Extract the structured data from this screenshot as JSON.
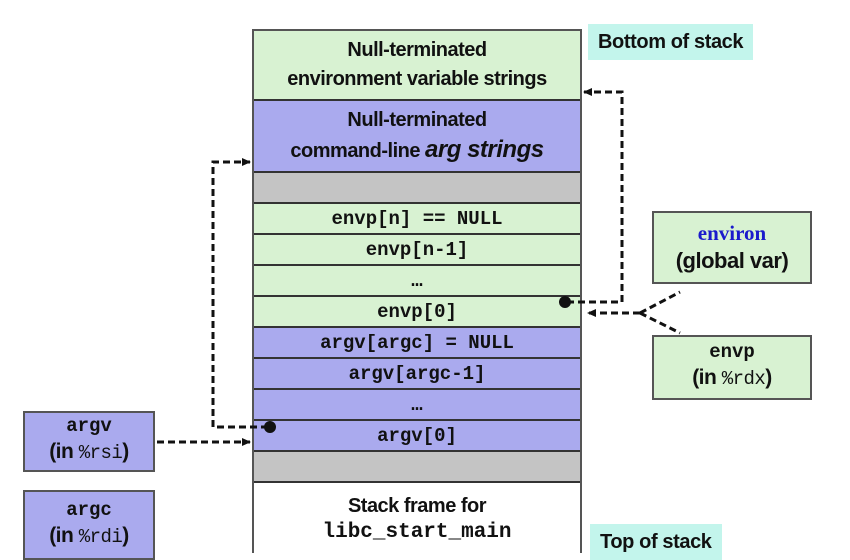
{
  "stack": {
    "cells": [
      {
        "line1": "Null-terminated",
        "line2": "environment variable strings"
      },
      {
        "line1": "Null-terminated",
        "line2_prefix": "command-line ",
        "line2_italic": "arg strings"
      },
      {
        "text": ""
      },
      {
        "text": "envp[n] == NULL"
      },
      {
        "text": "envp[n-1]"
      },
      {
        "text": "…"
      },
      {
        "text": "envp[0]"
      },
      {
        "text": "argv[argc] = NULL"
      },
      {
        "text": "argv[argc-1]"
      },
      {
        "text": "…"
      },
      {
        "text": "argv[0]"
      },
      {
        "text": ""
      },
      {
        "line1": "Stack frame for",
        "line2": "libc_start_main"
      }
    ]
  },
  "labels": {
    "bottom_of_stack": "Bottom of stack",
    "top_of_stack": "Top of stack",
    "environ": {
      "name": "environ",
      "desc": "(global var)"
    },
    "envp": {
      "name": "envp",
      "desc_prefix": "(in ",
      "reg": "%rdx",
      "desc_suffix": ")"
    },
    "argv": {
      "name": "argv",
      "desc_prefix": "(in ",
      "reg": "%rsi",
      "desc_suffix": ")"
    },
    "argc": {
      "name": "argc",
      "desc_prefix": "(in ",
      "reg": "%rdi",
      "desc_suffix": ")"
    }
  },
  "colors": {
    "env_green": "#d8f2d2",
    "arg_blue": "#aaaaee",
    "gap_gray": "#c4c4c4",
    "label_teal": "#c3f5ec",
    "environ_blue": "#1a1acc"
  }
}
